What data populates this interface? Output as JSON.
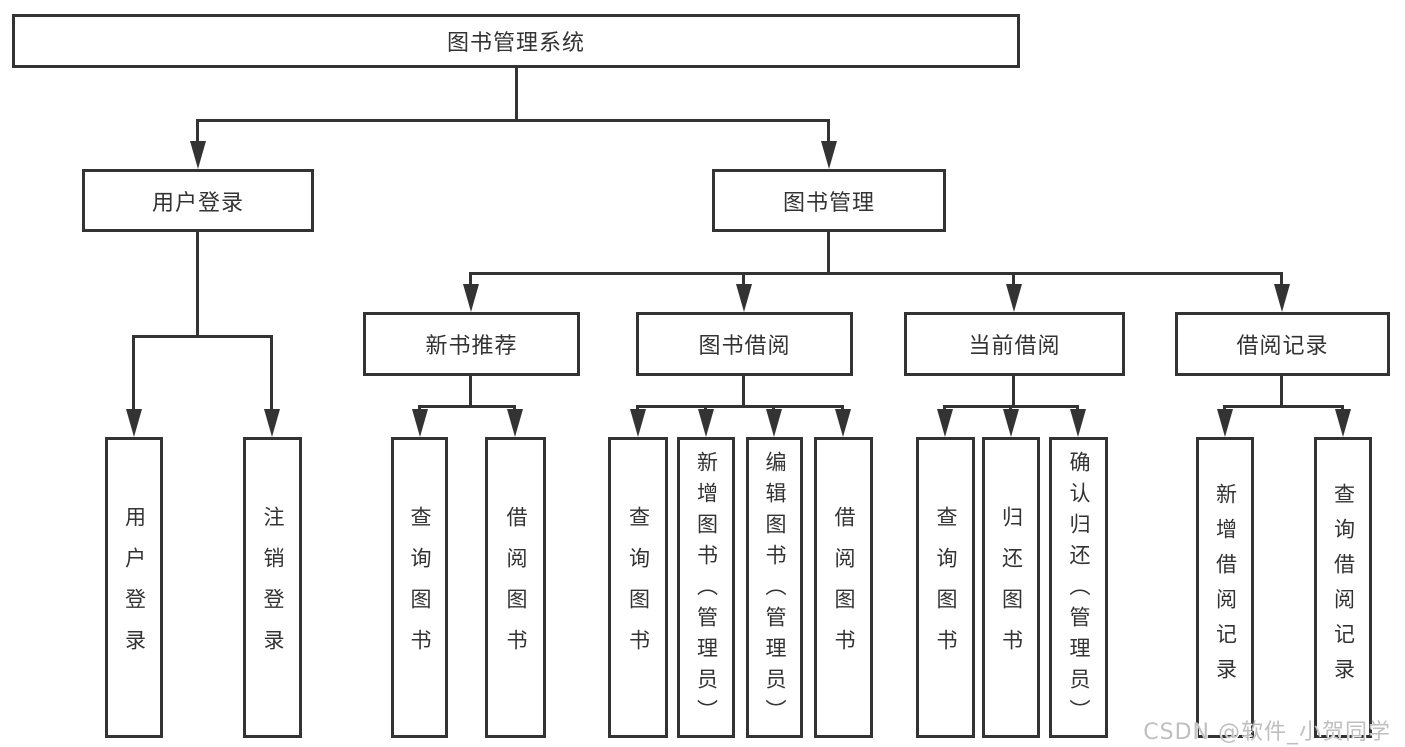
{
  "diagram": {
    "root": {
      "label": "图书管理系统"
    },
    "level2": [
      {
        "label": "用户登录"
      },
      {
        "label": "图书管理"
      }
    ],
    "level3": [
      {
        "label": "新书推荐"
      },
      {
        "label": "图书借阅"
      },
      {
        "label": "当前借阅"
      },
      {
        "label": "借阅记录"
      }
    ],
    "leaves": {
      "user": [
        "用户登录",
        "注销登录"
      ],
      "recommend": [
        "查询图书",
        "借阅图书"
      ],
      "borrow": [
        "查询图书",
        "新增图书（管理员）",
        "编辑图书（管理员）",
        "借阅图书"
      ],
      "current": [
        "查询图书",
        "归还图书",
        "确认归还（管理员）"
      ],
      "records": [
        "新增借阅记录",
        "查询借阅记录"
      ]
    }
  },
  "watermark": {
    "text": "CSDN @软件_小贺同学"
  },
  "colors": {
    "line": "#333333",
    "text": "#333333",
    "background": "#ffffff",
    "watermark": "#bfbfbf"
  }
}
